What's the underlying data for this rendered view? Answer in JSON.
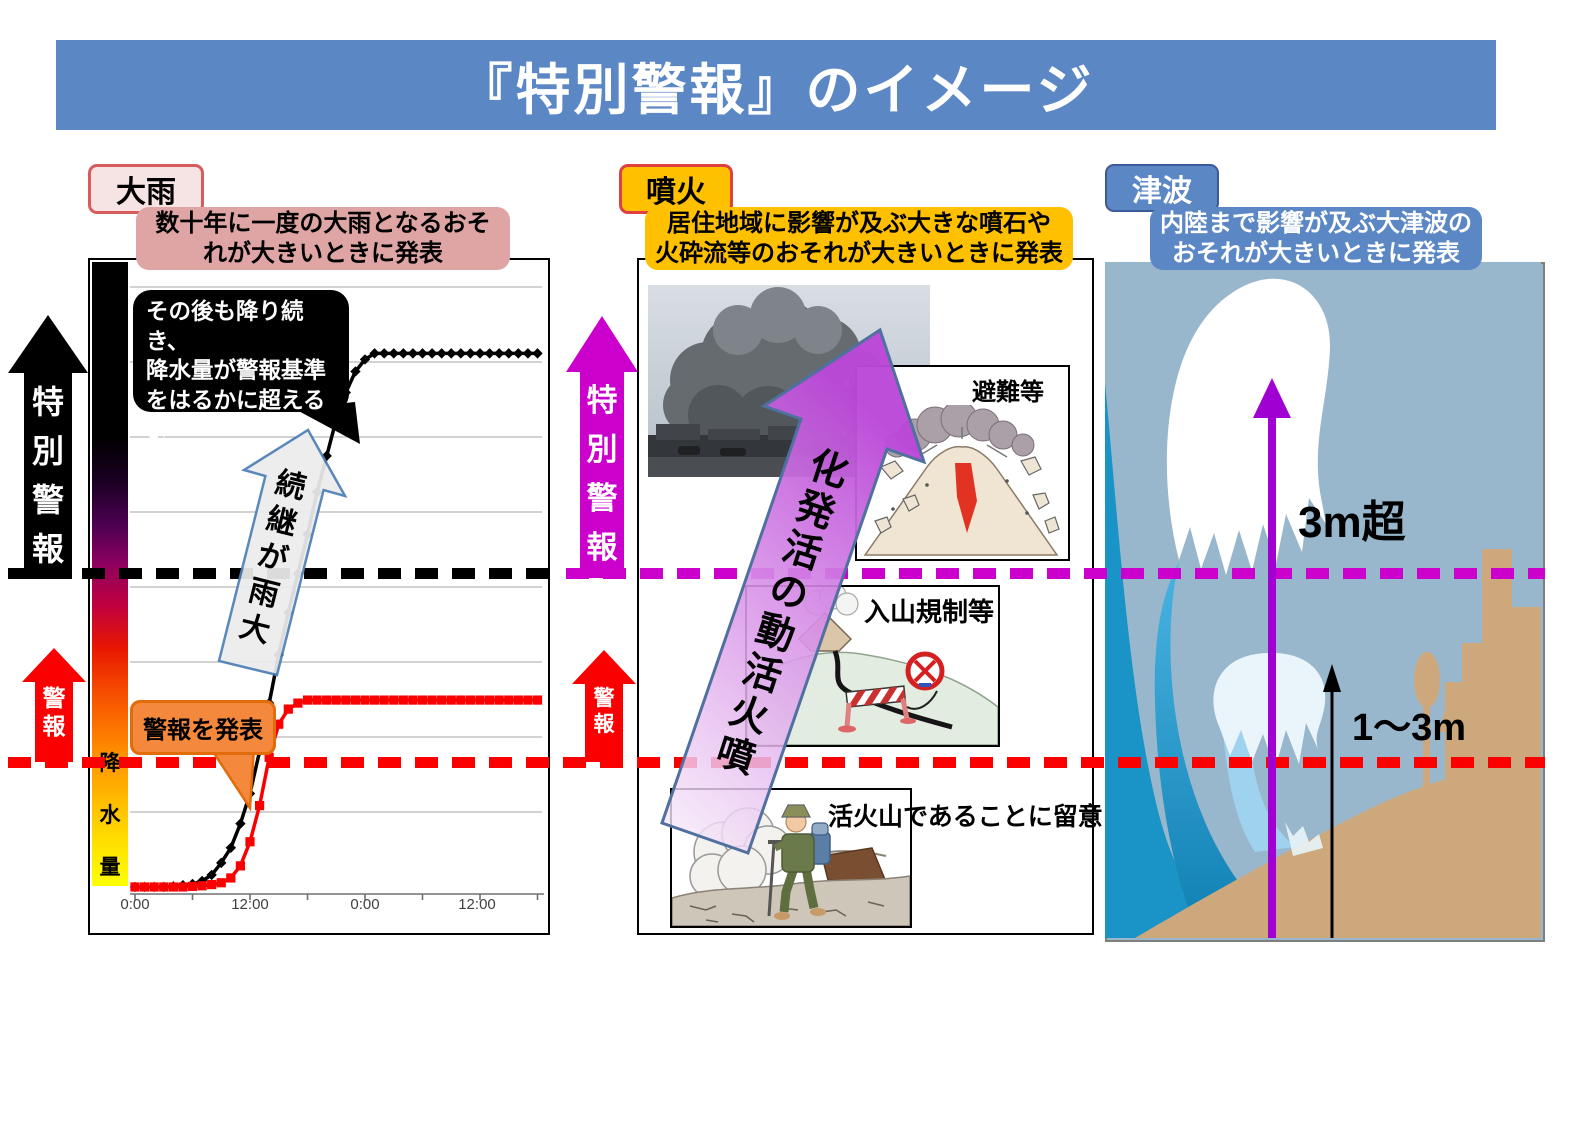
{
  "title": "『特別警報』のイメージ",
  "colors": {
    "banner_blue": "#5B87C5",
    "special_warning_magenta": "#CC00CC",
    "warning_red": "#FA0000",
    "eruption_orange": "#FFC000",
    "rain_pink": "#DFA5A5",
    "callout_orange": "#F4883C"
  },
  "rain": {
    "label": "大雨",
    "description": "数十年に一度の大雨となるおそ\nれが大きいときに発表",
    "bubble_text": "その後も降り続き、\n降水量が警報基準\nをはるかに超えるよ\nうな大雨",
    "continue_arrow_text": "大雨が継続",
    "warning_callout": "警報を発表",
    "y_axis_label": "降水量",
    "special_warning_label": "特別警報",
    "warning_label": "警報"
  },
  "eruption": {
    "label": "噴火",
    "description": "居住地域に影響が及ぶ大きな噴石や\n火砕流等のおそれが大きいときに発表",
    "activity_arrow_text": "噴火活動の活発化",
    "evacuation_label": "避難等",
    "restriction_label": "入山規制等",
    "active_volcano_note": "活火山であることに留意",
    "special_warning_label": "特別警報",
    "warning_label": "警報"
  },
  "tsunami": {
    "label": "津波",
    "description": "内陸まで影響が及ぶ大津波の\nおそれが大きいときに発表",
    "height_over_label": "3m超",
    "height_range_label": "1～3m"
  },
  "chart_data": {
    "type": "line",
    "title": "",
    "xlabel": "",
    "ylabel": "降水量",
    "x_unit": "hours",
    "x_range_hours": [
      0,
      42
    ],
    "x_tick_hours": [
      0,
      12,
      24,
      36
    ],
    "x_tick_labels": [
      "0:00",
      "12:00",
      "0:00",
      "12:00"
    ],
    "y_range": [
      0,
      100
    ],
    "grid": true,
    "thresholds": {
      "special_warning_level": 52.5,
      "warning_level": 21
    },
    "series": [
      {
        "color": "#000000",
        "marker": "diamond",
        "points": [
          [
            0,
            0.5
          ],
          [
            1,
            0.5
          ],
          [
            2,
            0.5
          ],
          [
            3,
            0.5
          ],
          [
            4,
            0.6
          ],
          [
            5,
            0.8
          ],
          [
            6,
            1
          ],
          [
            7,
            1.5
          ],
          [
            8,
            2.5
          ],
          [
            9,
            4.5
          ],
          [
            10,
            7
          ],
          [
            11,
            11
          ],
          [
            12,
            16
          ],
          [
            13,
            23
          ],
          [
            14,
            31
          ],
          [
            15,
            39
          ],
          [
            16,
            46
          ],
          [
            17,
            52.5
          ],
          [
            18,
            59
          ],
          [
            19,
            66
          ],
          [
            20,
            72
          ],
          [
            21,
            78
          ],
          [
            22,
            82.5
          ],
          [
            23,
            86
          ],
          [
            24,
            88
          ],
          [
            25,
            89
          ],
          [
            26,
            89
          ],
          [
            27,
            89
          ],
          [
            28,
            89
          ],
          [
            29,
            89
          ],
          [
            30,
            89
          ],
          [
            31,
            89
          ],
          [
            32,
            89
          ],
          [
            33,
            89
          ],
          [
            34,
            89
          ],
          [
            35,
            89
          ],
          [
            36,
            89
          ],
          [
            37,
            89
          ],
          [
            38,
            89
          ],
          [
            39,
            89
          ],
          [
            40,
            89
          ],
          [
            41,
            89
          ],
          [
            42,
            89
          ]
        ]
      },
      {
        "color": "#FA0000",
        "marker": "square",
        "points": [
          [
            0,
            0.5
          ],
          [
            1,
            0.5
          ],
          [
            2,
            0.5
          ],
          [
            3,
            0.5
          ],
          [
            4,
            0.5
          ],
          [
            5,
            0.5
          ],
          [
            6,
            0.6
          ],
          [
            7,
            0.7
          ],
          [
            8,
            0.9
          ],
          [
            9,
            1.2
          ],
          [
            10,
            2
          ],
          [
            11,
            4
          ],
          [
            12,
            8
          ],
          [
            13,
            14
          ],
          [
            14,
            22
          ],
          [
            15,
            27.5
          ],
          [
            16,
            30
          ],
          [
            17,
            31
          ],
          [
            18,
            31.5
          ],
          [
            19,
            31.5
          ],
          [
            20,
            31.5
          ],
          [
            21,
            31.5
          ],
          [
            22,
            31.5
          ],
          [
            23,
            31.5
          ],
          [
            24,
            31.5
          ],
          [
            25,
            31.5
          ],
          [
            26,
            31.5
          ],
          [
            27,
            31.5
          ],
          [
            28,
            31.5
          ],
          [
            29,
            31.5
          ],
          [
            30,
            31.5
          ],
          [
            31,
            31.5
          ],
          [
            32,
            31.5
          ],
          [
            33,
            31.5
          ],
          [
            34,
            31.5
          ],
          [
            35,
            31.5
          ],
          [
            36,
            31.5
          ],
          [
            37,
            31.5
          ],
          [
            38,
            31.5
          ],
          [
            39,
            31.5
          ],
          [
            40,
            31.5
          ],
          [
            41,
            31.5
          ],
          [
            42,
            31.5
          ]
        ]
      }
    ]
  }
}
